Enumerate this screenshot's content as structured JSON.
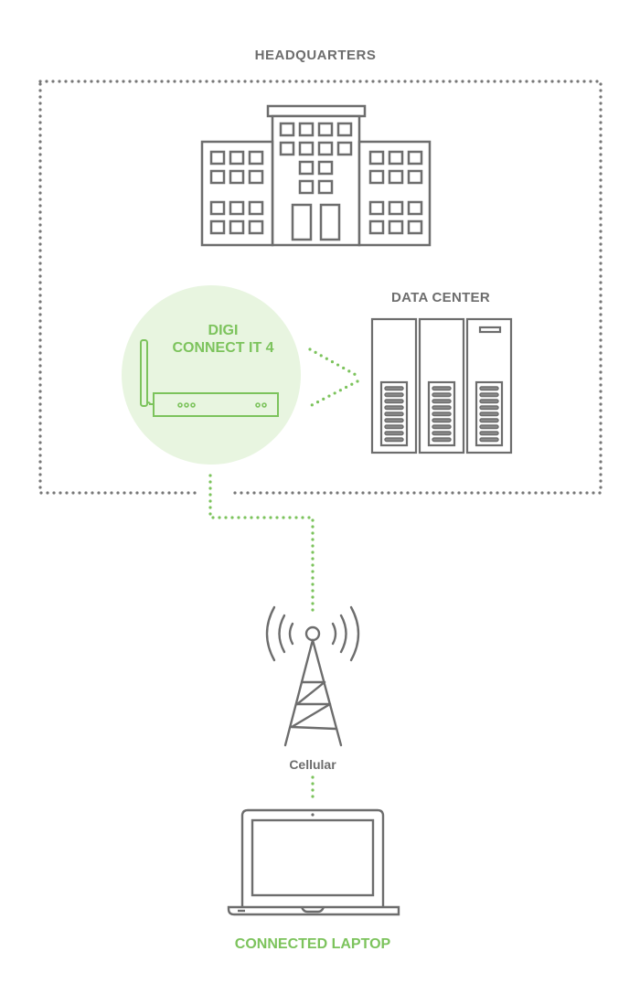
{
  "diagram": {
    "labels": {
      "headquarters": "HEADQUARTERS",
      "router_line1": "DIGI",
      "router_line2": "CONNECT IT 4",
      "data_center": "DATA CENTER",
      "cellular": "Cellular",
      "laptop": "CONNECTED LAPTOP"
    },
    "nodes": [
      {
        "id": "headquarters-building",
        "icon": "office-building-icon",
        "group": "headquarters"
      },
      {
        "id": "digi-connect-it-4",
        "icon": "router-icon",
        "group": "headquarters",
        "highlighted": true
      },
      {
        "id": "data-center",
        "icon": "server-rack-icon",
        "group": "headquarters",
        "count": 3,
        "slots_per_server": 9
      },
      {
        "id": "cellular-tower",
        "icon": "cell-tower-icon"
      },
      {
        "id": "connected-laptop",
        "icon": "laptop-icon"
      }
    ],
    "edges": [
      {
        "from": "digi-connect-it-4",
        "to": "data-center",
        "style": "dotted",
        "color": "green"
      },
      {
        "from": "digi-connect-it-4",
        "to": "cellular-tower",
        "style": "dotted",
        "color": "green"
      },
      {
        "from": "cellular-tower",
        "to": "connected-laptop",
        "style": "dotted",
        "color": "green"
      }
    ],
    "colors": {
      "accent_green": "#7cc35c",
      "highlight_circle": "#e8f5e0",
      "icon_gray": "#6d6d6d",
      "boundary_gray": "#777777"
    }
  }
}
